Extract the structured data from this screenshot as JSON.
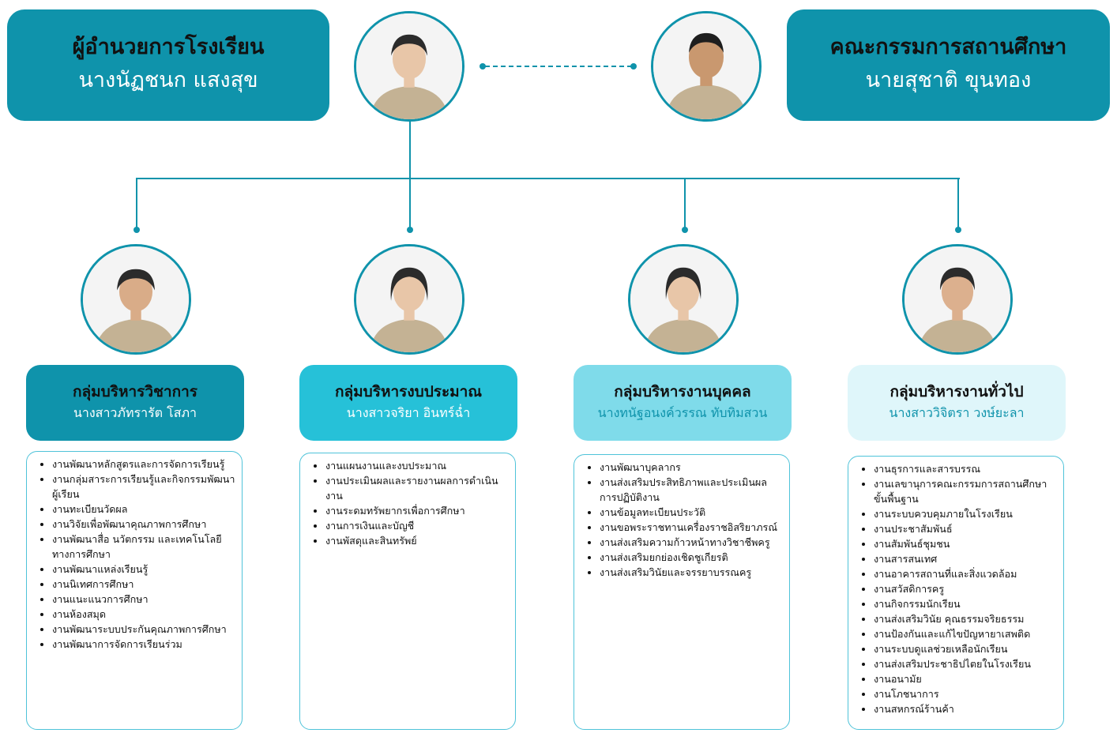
{
  "director": {
    "title": "ผู้อำนวยการโรงเรียน",
    "name": "นางนัฏชนก   แสงสุข",
    "photo_icon": "person-portrait-icon"
  },
  "board": {
    "title": "คณะกรรมการสถานศึกษา",
    "name": "นายสุชาติ   ขุนทอง",
    "photo_icon": "person-portrait-icon"
  },
  "colors": {
    "accent": "#0f93ab",
    "group1": "#0f93ab",
    "group2": "#26c1d8",
    "group3": "#7fdbea",
    "group4": "#dff6fa"
  },
  "groups": [
    {
      "title": "กลุ่มบริหารวิชาการ",
      "head": "นางสาวภัทรารัต   โสภา",
      "tasks": [
        "งานพัฒนาหลักสูตรและการจัดการเรียนรู้",
        "งานกลุ่มสาระการเรียนรู้และกิจกรรมพัฒนาผู้เรียน",
        "งานทะเบียนวัดผล",
        "งานวิจัยเพื่อพัฒนาคุณภาพการศึกษา",
        "งานพัฒนาสื่อ นวัตกรรม และเทคโนโลยีทางการศึกษา",
        "งานพัฒนาแหล่งเรียนรู้",
        "งานนิเทศการศึกษา",
        "งานแนะแนวการศึกษา",
        "งานห้องสมุด",
        "งานพัฒนาระบบประกันคุณภาพการศึกษา",
        "งานพัฒนาการจัดการเรียนร่วม"
      ]
    },
    {
      "title": "กลุ่มบริหารงบประมาณ",
      "head": "นางสาวจริยา   อินทร์ฉ่ำ",
      "tasks": [
        "งานแผนงานและงบประมาณ",
        "งานประเมินผลและรายงานผลการดำเนินงาน",
        "งานระดมทรัพยากรเพื่อการศึกษา",
        "งานการเงินและบัญชี",
        "งานพัสดุและสินทรัพย์"
      ]
    },
    {
      "title": "กลุ่มบริหารงานบุคคล",
      "head": "นางทนัฐอนงค์วรรณ   ทับทิมสวน",
      "tasks": [
        "งานพัฒนาบุคลากร",
        "งานส่งเสริมประสิทธิภาพและประเมินผลการปฏิบัติงาน",
        "งานข้อมูลทะเบียนประวัติ",
        "งานขอพระราชทานเครื่องราชอิสริยาภรณ์",
        "งานส่งเสริมความก้าวหน้าทางวิชาชีพครู",
        "งานส่งเสริมยกย่องเชิดชูเกียรติ",
        "งานส่งเสริมวินัยและจรรยาบรรณครู"
      ]
    },
    {
      "title": "กลุ่มบริหารงานทั่วไป",
      "head": "นางสาววิจิตรา   วงษ์ยะลา",
      "tasks": [
        "งานธุรการและสารบรรณ",
        "งานเลขานุการคณะกรรมการสถานศึกษาขั้นพื้นฐาน",
        "งานระบบควบคุมภายในโรงเรียน",
        "งานประชาสัมพันธ์",
        "งานสัมพันธ์ชุมชน",
        "งานสารสนเทศ",
        "งานอาคารสถานที่และสิ่งแวดล้อม",
        "งานสวัสดิการครู",
        "งานกิจกรรมนักเรียน",
        "งานส่งเสริมวินัย คุณธรรมจริยธรรม",
        "งานป้องกันและแก้ไขปัญหายาเสพติด",
        "งานระบบดูแลช่วยเหลือนักเรียน",
        "งานส่งเสริมประชาธิปไตยในโรงเรียน",
        "งานอนามัย",
        "งานโภชนาการ",
        "งานสหกรณ์ร้านค้า"
      ]
    }
  ]
}
